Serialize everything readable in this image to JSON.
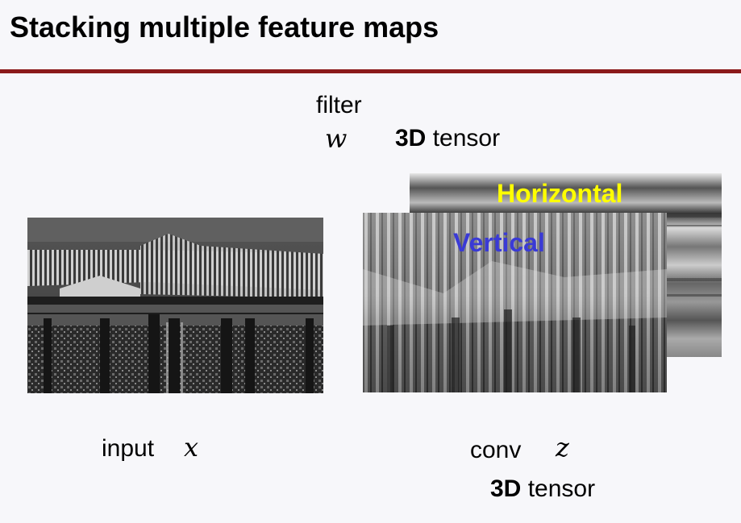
{
  "slide": {
    "title": "Stacking multiple feature maps"
  },
  "filter": {
    "label": "filter",
    "variable": "w"
  },
  "top_tensor": {
    "bold": "3D",
    "rest": " tensor"
  },
  "feature_maps": {
    "horizontal": {
      "label": "Horizontal",
      "color": "#ffff00"
    },
    "vertical": {
      "label": "Vertical",
      "color": "#3a3ad6"
    }
  },
  "input": {
    "label": "input",
    "variable": "x"
  },
  "conv": {
    "label": "conv",
    "variable": "z"
  },
  "bottom_tensor": {
    "bold": "3D",
    "rest": " tensor"
  },
  "colors": {
    "title_rule": "#8b1a1a",
    "background": "#f7f7fa"
  }
}
